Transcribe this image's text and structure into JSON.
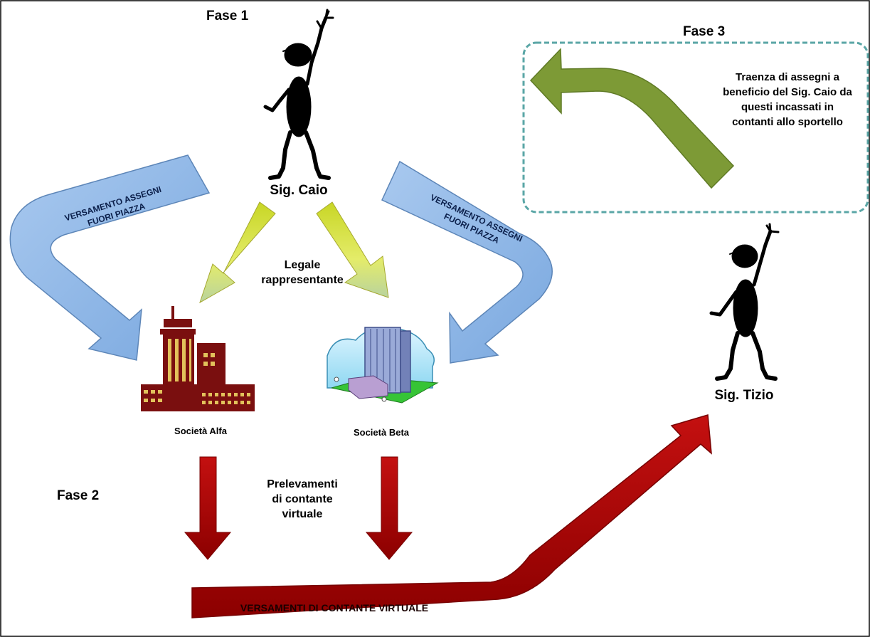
{
  "phases": {
    "fase1": "Fase 1",
    "fase2": "Fase 2",
    "fase3": "Fase 3"
  },
  "people": {
    "caio": "Sig. Caio",
    "tizio": "Sig. Tizio"
  },
  "companies": {
    "alfa": "Società Alfa",
    "beta": "Società Beta"
  },
  "relation_label": {
    "line1": "Legale",
    "line2": "rappresentante"
  },
  "flows": {
    "versamento_left": {
      "line1": "VERSAMENTO ASSEGNI",
      "line2": "FUORI PIAZZA"
    },
    "versamento_right": {
      "line1": "VERSAMENTO ASSEGNI",
      "line2": "FUORI PIAZZA"
    },
    "prelevamenti": {
      "line1": "Prelevamenti",
      "line2": "di contante",
      "line3": "virtuale"
    },
    "versamenti_contante": "VERSAMENTI DI CONTANTE VIRTUALE"
  },
  "fase3_note": {
    "line1": "Traenza di assegni a",
    "line2": "beneficio del Sig. Caio da",
    "line3": "questi incassati in",
    "line4": "contanti allo sportello"
  },
  "colors": {
    "blue_arrow": "#8db7e6",
    "yellow_arrow_start": "#d7e635",
    "red_arrow": "#b00000",
    "green_arrow": "#7d9a36",
    "building_dark_red": "#7a0f0f",
    "teal_border": "#5aa6a6"
  }
}
